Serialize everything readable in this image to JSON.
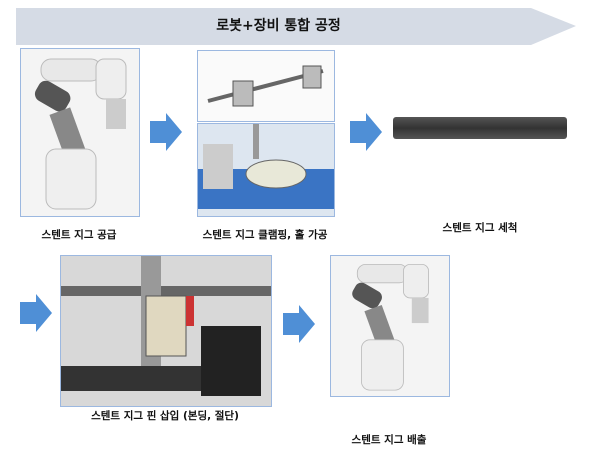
{
  "title": "로봇+장비 통합 공정",
  "colors": {
    "banner": "#d5dbe5",
    "arrow": "#4f8fd6",
    "panel_border": "#9cb8e0"
  },
  "steps": [
    {
      "label": "스텐트 지그 공급"
    },
    {
      "label": "스텐트 지그 클램핑, 홀 가공"
    },
    {
      "label": "스텐트 지그 세척"
    },
    {
      "label": "스텐트 지그 핀 삽입 (본딩, 절단)"
    },
    {
      "label": "스텐트 지그 배출"
    }
  ]
}
